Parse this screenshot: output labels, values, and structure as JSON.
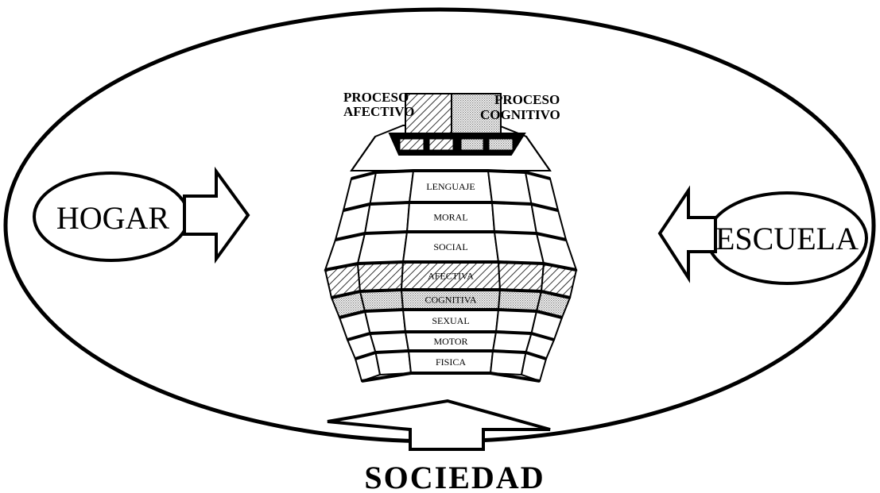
{
  "labels": {
    "hogar": "HOGAR",
    "escuela": "ESCUELA",
    "sociedad": "SOCIEDAD",
    "proceso_afectivo": [
      "PROCESO",
      "AFECTIVO"
    ],
    "proceso_cognitivo": [
      "PROCESO",
      "COGNITIVO"
    ]
  },
  "layers": [
    {
      "label": "LENGUAJE",
      "pattern": "plain"
    },
    {
      "label": "MORAL",
      "pattern": "plain"
    },
    {
      "label": "SOCIAL",
      "pattern": "plain"
    },
    {
      "label": "AFECTIVA",
      "pattern": "hatch"
    },
    {
      "label": "COGNITIVA",
      "pattern": "dots"
    },
    {
      "label": "SEXUAL",
      "pattern": "plain"
    },
    {
      "label": "MOTOR",
      "pattern": "plain"
    },
    {
      "label": "FISICA",
      "pattern": "plain"
    }
  ],
  "colors": {
    "ink": "#000000",
    "paper": "#ffffff",
    "stipple": "#9a9a9a"
  }
}
